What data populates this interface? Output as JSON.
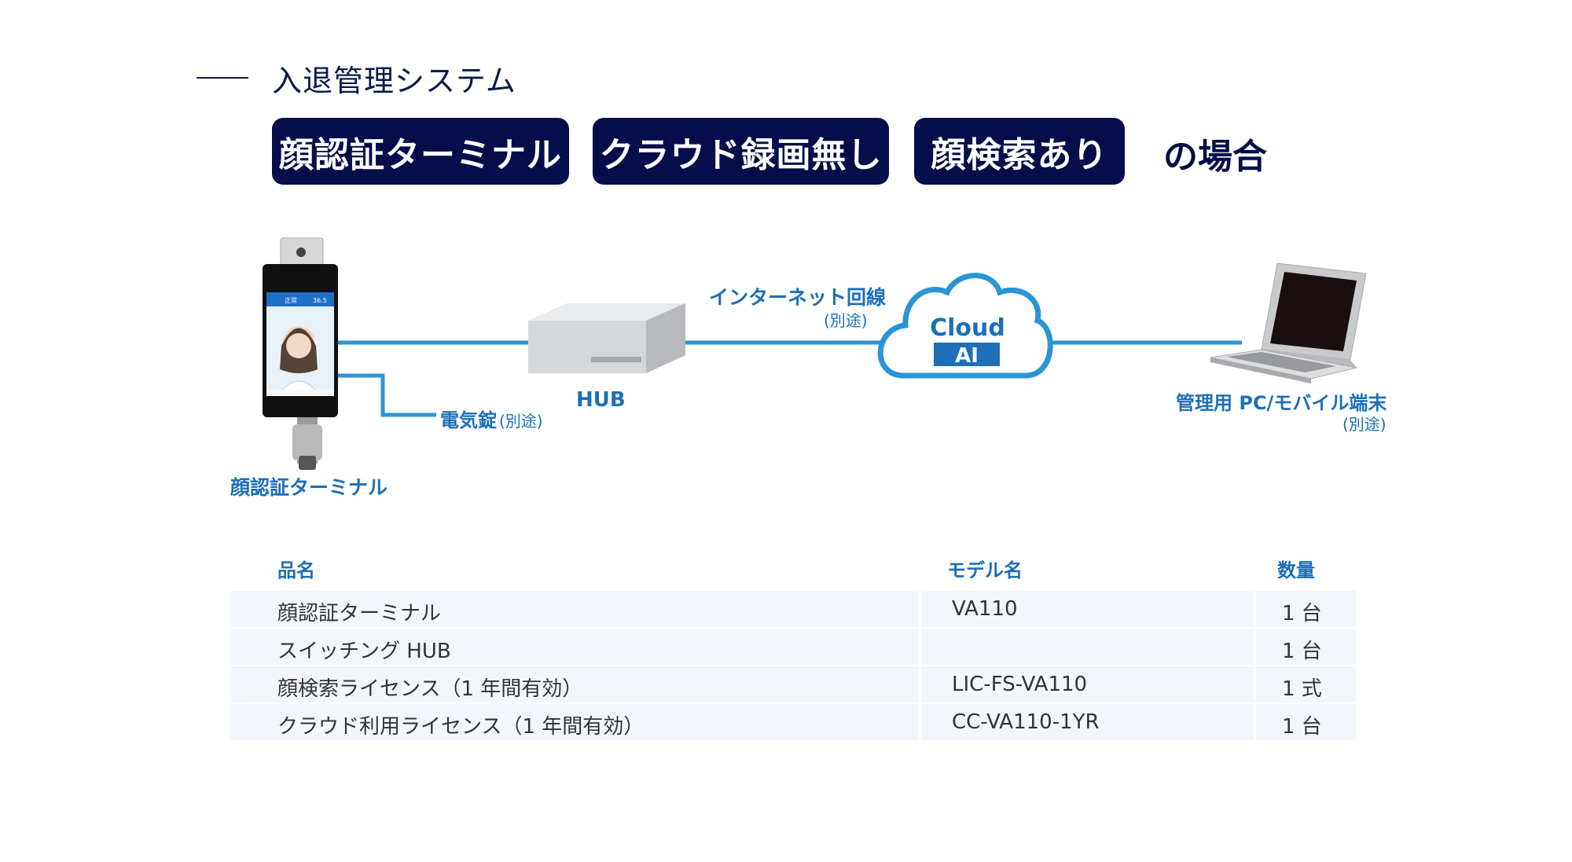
{
  "header": {
    "section_title": "入退管理システム",
    "tags": [
      "顔認証ターミナル",
      "クラウド録画無し",
      "顔検索あり"
    ],
    "suffix": "の場合"
  },
  "diagram": {
    "terminal_label": "顔認証ターミナル",
    "terminal_screen_status": "正常",
    "terminal_screen_temp": "36.5",
    "lock_label": "電気錠",
    "lock_note": "(別途)",
    "hub_label": "HUB",
    "internet_label": "インターネット回線",
    "internet_note": "(別途)",
    "cloud_label": "Cloud",
    "cloud_ai_label": "AI",
    "pc_label": "管理用 PC/モバイル端末",
    "pc_note": "(別途)"
  },
  "table": {
    "headers": [
      "品名",
      "モデル名",
      "数量"
    ],
    "rows": [
      [
        "顔認証ターミナル",
        "VA110",
        "1 台"
      ],
      [
        "スイッチング HUB",
        "",
        "1 台"
      ],
      [
        "顔検索ライセンス（1 年間有効）",
        "LIC-FS-VA110",
        "1 式"
      ],
      [
        "クラウド利用ライセンス（1 年間有効）",
        "CC-VA110-1YR",
        "1 台"
      ]
    ]
  },
  "colors": {
    "navy": "#050d4a",
    "accent_blue": "#1d6fb8",
    "line_blue": "#2a95d6",
    "row_shade": "#f3f6fa"
  }
}
